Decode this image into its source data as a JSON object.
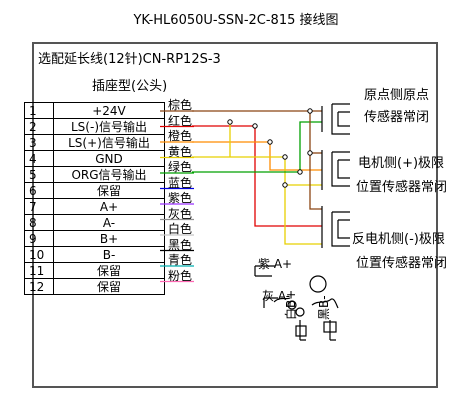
{
  "title": "YK-HL6050U-SSN-2C-815  接线图",
  "cable_label": "选配延长线(12针)CN-RP12S-3",
  "socket_label": "插座型(公头)",
  "pins": [
    {
      "num": "1",
      "signal": "+24V",
      "color_name": "棕色",
      "color": "#8b4513"
    },
    {
      "num": "2",
      "signal": "LS(-)信号输出",
      "color_name": "红色",
      "color": "#e00000"
    },
    {
      "num": "3",
      "signal": "LS(+)信号输出",
      "color_name": "橙色",
      "color": "#ff8c00"
    },
    {
      "num": "4",
      "signal": "GND",
      "color_name": "黄色",
      "color": "#e8d000"
    },
    {
      "num": "5",
      "signal": "ORG信号输出",
      "color_name": "绿色",
      "color": "#00a000"
    },
    {
      "num": "6",
      "signal": "保留",
      "color_name": "蓝色",
      "color": "#0000e0"
    },
    {
      "num": "7",
      "signal": "A+",
      "color_name": "紫色",
      "color": "#9b30ff"
    },
    {
      "num": "8",
      "signal": "A-",
      "color_name": "灰色",
      "color": "#909090"
    },
    {
      "num": "9",
      "signal": "B+",
      "color_name": "白色",
      "color": "#c8c8c8"
    },
    {
      "num": "10",
      "signal": "B-",
      "color_name": "黑色",
      "color": "#000000"
    },
    {
      "num": "11",
      "signal": "保留",
      "color_name": "青色",
      "color": "#00b0b0"
    },
    {
      "num": "12",
      "signal": "保留",
      "color_name": "粉色",
      "color": "#ff69b4"
    }
  ],
  "sensors": [
    {
      "line1": "原点侧原点",
      "line2": "传感器常闭"
    },
    {
      "line1": "电机侧(+)极限",
      "line2": "位置传感器常闭"
    },
    {
      "line1": "反电机侧(-)极限",
      "line2": "位置传感器常闭"
    }
  ],
  "motor": {
    "a_plus": "紫 A+",
    "a_minus": "灰 A-",
    "b_plus": "白B+",
    "b_minus": "黑B-"
  }
}
